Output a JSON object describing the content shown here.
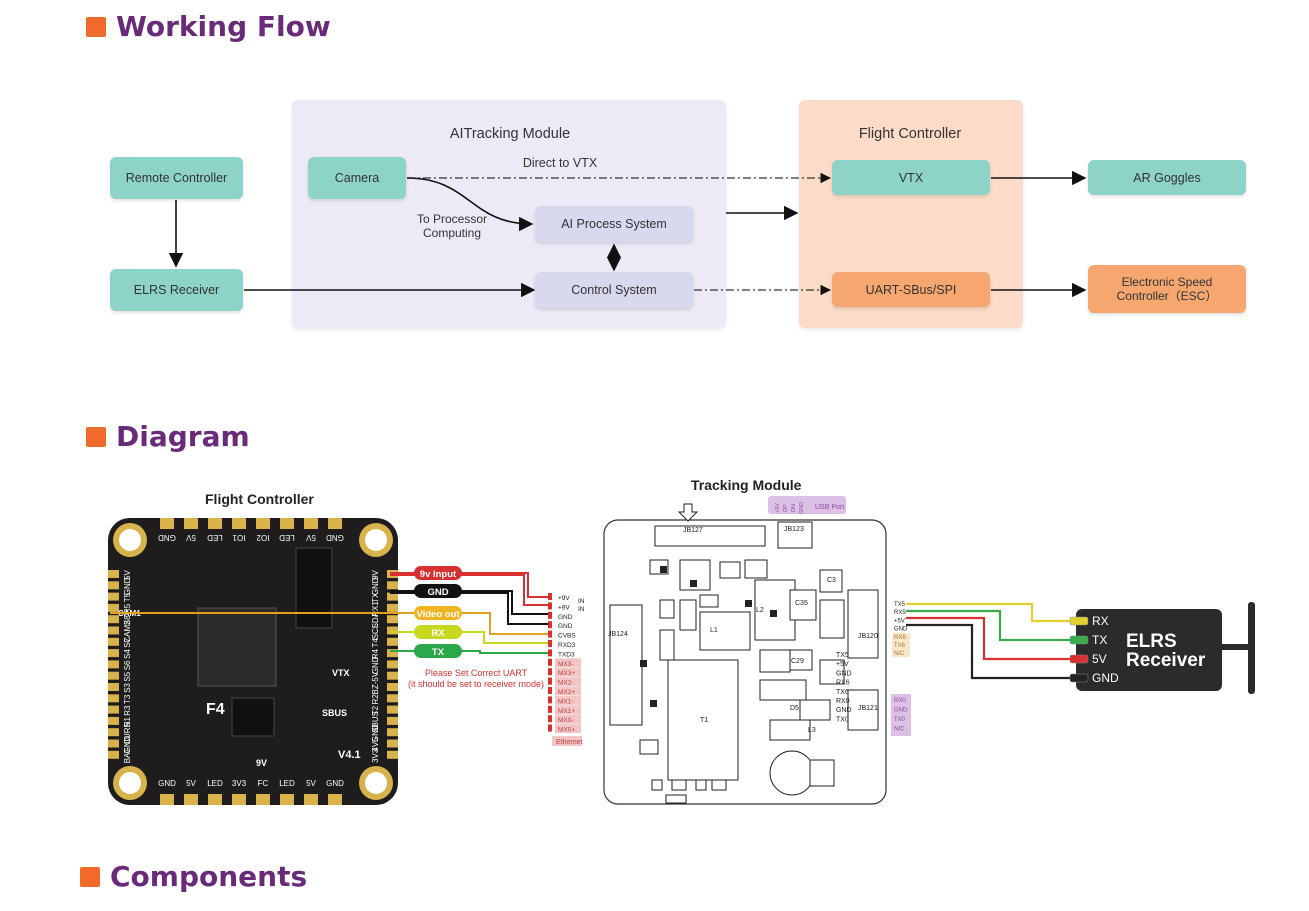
{
  "sections": {
    "working_flow": "Working Flow",
    "diagram": "Diagram",
    "components": "Components"
  },
  "flow": {
    "ai_module_title": "AITracking Module",
    "fc_title": "Flight Controller",
    "remote_controller": "Remote Controller",
    "elrs_receiver": "ELRS Receiver",
    "camera": "Camera",
    "direct_to_vtx": "Direct to VTX",
    "to_processor": "To Processor\nComputing",
    "ai_process": "AI Process System",
    "control_system": "Control System",
    "vtx": "VTX",
    "uart": "UART-SBus/SPI",
    "ar_goggles": "AR Goggles",
    "esc": "Electronic Speed\nController（ESC）"
  },
  "diagram": {
    "fc_label": "Flight Controller",
    "tm_label": "Tracking Module",
    "tags": [
      "9v Input",
      "GND",
      "Video out",
      "RX",
      "TX"
    ],
    "uart_note": "Please Set Correct UART\n(it should be set to receiver mode)",
    "fc_pins_left": [
      "5V",
      "GND",
      "T5",
      "R5",
      "S8",
      "CAM2",
      "S7",
      "S4",
      "S6",
      "S5",
      "S3",
      "T3",
      "R3",
      "S1",
      "CURR",
      "GND",
      "BAT"
    ],
    "fc_pins_right": [
      "9V",
      "GND",
      "TX",
      "RX1",
      "SDA",
      "SCL",
      "T4",
      "R4",
      "GND",
      "5V",
      "BZ-",
      "R2",
      "T2",
      "SBUS",
      "GND",
      "4V5",
      "3V3"
    ],
    "fc_pins_top": [
      "GND",
      "5V",
      "LED",
      "IO1",
      "IO2",
      "LED",
      "5V",
      "GND"
    ],
    "fc_pins_bottom": [
      "GND",
      "5V",
      "LED",
      "3V3",
      "FC",
      "LED",
      "5V",
      "GND"
    ],
    "fc_chip_labels": [
      "F4",
      "V4.1",
      "VTX",
      "SBUS",
      "9V",
      "CAM1"
    ],
    "tm_connector_pins": [
      "+9V",
      "+9V",
      "GND",
      "GND",
      "CVBS",
      "RXD3",
      "TXD3",
      "MX3-",
      "MX3+",
      "MX2-",
      "MX2+",
      "MX1-",
      "MX1+",
      "MX0-",
      "MX0+"
    ],
    "tm_ethernet": "Ethernet",
    "tm_in": "IN",
    "usb_pins": [
      "+5V",
      "DP",
      "DN",
      "GND"
    ],
    "usb_port": "USB Port",
    "tm_refs": [
      "JB127",
      "JB123",
      "JB124",
      "JB120",
      "JB121",
      "C35",
      "C29",
      "L2",
      "L1",
      "L3",
      "D5",
      "C3",
      "T1"
    ],
    "jb120_pins": [
      "TX5",
      "RX5",
      "+5V",
      "GND",
      "RX6",
      "TX6",
      "N/C"
    ],
    "jb121_pins": [
      "RX0",
      "GND",
      "TX0",
      "N/C"
    ],
    "tm_inner_pins": [
      "TX5",
      "+5V",
      "GND",
      "RX6",
      "TX6",
      "RX0",
      "GND",
      "TX0"
    ],
    "elrs_pins": [
      "RX",
      "TX",
      "5V",
      "GND"
    ],
    "elrs_title": "ELRS\nReceiver"
  }
}
